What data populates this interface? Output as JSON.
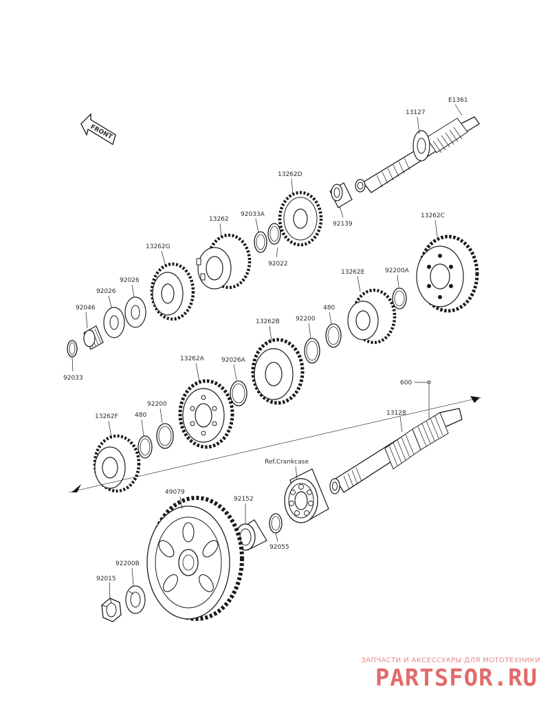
{
  "diagram": {
    "code": "E1361",
    "front_label": "FRONT",
    "reference": "Ref.Crankcase",
    "callouts": [
      {
        "id": "13127",
        "text": "13127"
      },
      {
        "id": "13262D",
        "text": "13262D"
      },
      {
        "id": "92139",
        "text": "92139"
      },
      {
        "id": "92033A",
        "text": "92033A"
      },
      {
        "id": "92022",
        "text": "92022"
      },
      {
        "id": "13262",
        "text": "13262"
      },
      {
        "id": "13262G",
        "text": "13262G"
      },
      {
        "id": "92026-a",
        "text": "92026"
      },
      {
        "id": "92026-b",
        "text": "92026"
      },
      {
        "id": "92046",
        "text": "92046"
      },
      {
        "id": "92033",
        "text": "92033"
      },
      {
        "id": "13262C",
        "text": "13262C"
      },
      {
        "id": "92200A",
        "text": "92200A"
      },
      {
        "id": "13262E",
        "text": "13262E"
      },
      {
        "id": "480-a",
        "text": "480"
      },
      {
        "id": "92200-a",
        "text": "92200"
      },
      {
        "id": "13262B",
        "text": "13262B"
      },
      {
        "id": "92026A",
        "text": "92026A"
      },
      {
        "id": "13262A",
        "text": "13262A"
      },
      {
        "id": "92200-b",
        "text": "92200"
      },
      {
        "id": "480-b",
        "text": "480"
      },
      {
        "id": "13262F",
        "text": "13262F"
      },
      {
        "id": "600",
        "text": "600"
      },
      {
        "id": "13128",
        "text": "13128"
      },
      {
        "id": "49079",
        "text": "49079"
      },
      {
        "id": "92152",
        "text": "92152"
      },
      {
        "id": "92055",
        "text": "92055"
      },
      {
        "id": "92200B",
        "text": "92200B"
      },
      {
        "id": "92015",
        "text": "92015"
      }
    ]
  },
  "watermark": {
    "tagline": "ЗАПЧАСТИ И АКСЕССУАРЫ ДЛЯ МОТОТЕХНИКИ",
    "logo": "PARTSFOR.RU"
  }
}
